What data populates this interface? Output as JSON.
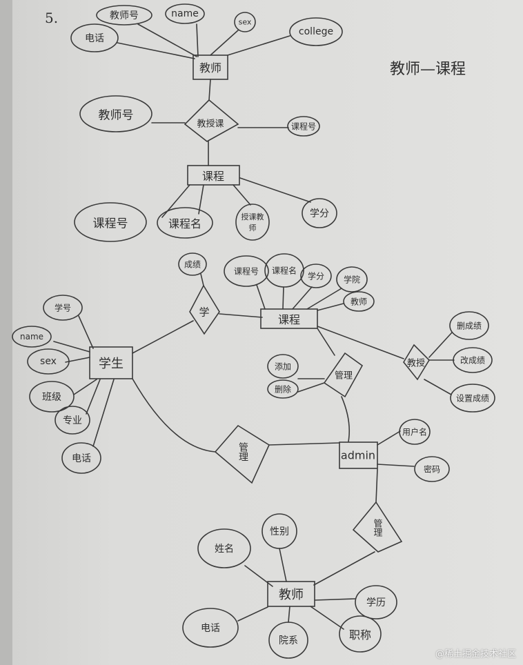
{
  "section_number": "5.",
  "title_note": "教师—课程",
  "diagram1": {
    "entities": {
      "teacher": "教师",
      "course": "课程"
    },
    "relationship": "教授课",
    "teacher_attrs": [
      "教师号",
      "name",
      "sex",
      "college",
      "电话"
    ],
    "relationship_attrs": [
      "教师号",
      "课程号"
    ],
    "course_attrs": [
      "课程号",
      "课程名",
      "授课教师",
      "学分"
    ]
  },
  "diagram2": {
    "entities": {
      "student": "学生",
      "course": "课程",
      "admin": "admin",
      "teacher": "教师"
    },
    "relationships": {
      "study": "学",
      "manage_course": "管理",
      "teach": "教授",
      "manage_student": "管理",
      "manage_teacher": "管理"
    },
    "study_attrs": [
      "成绩"
    ],
    "student_attrs": [
      "学号",
      "name",
      "sex",
      "班级",
      "专业",
      "电话"
    ],
    "course_attrs": [
      "课程号",
      "课程名",
      "学分",
      "学院",
      "教师"
    ],
    "manage_course_attrs": [
      "添加",
      "删除"
    ],
    "teach_attrs": [
      "删成绩",
      "改成绩",
      "设置成绩"
    ],
    "admin_attrs": [
      "用户名",
      "密码"
    ],
    "teacher_attrs": [
      "姓名",
      "性别",
      "电话",
      "院系",
      "学历",
      "职称"
    ]
  },
  "watermark": "@稀土掘金技术社区"
}
